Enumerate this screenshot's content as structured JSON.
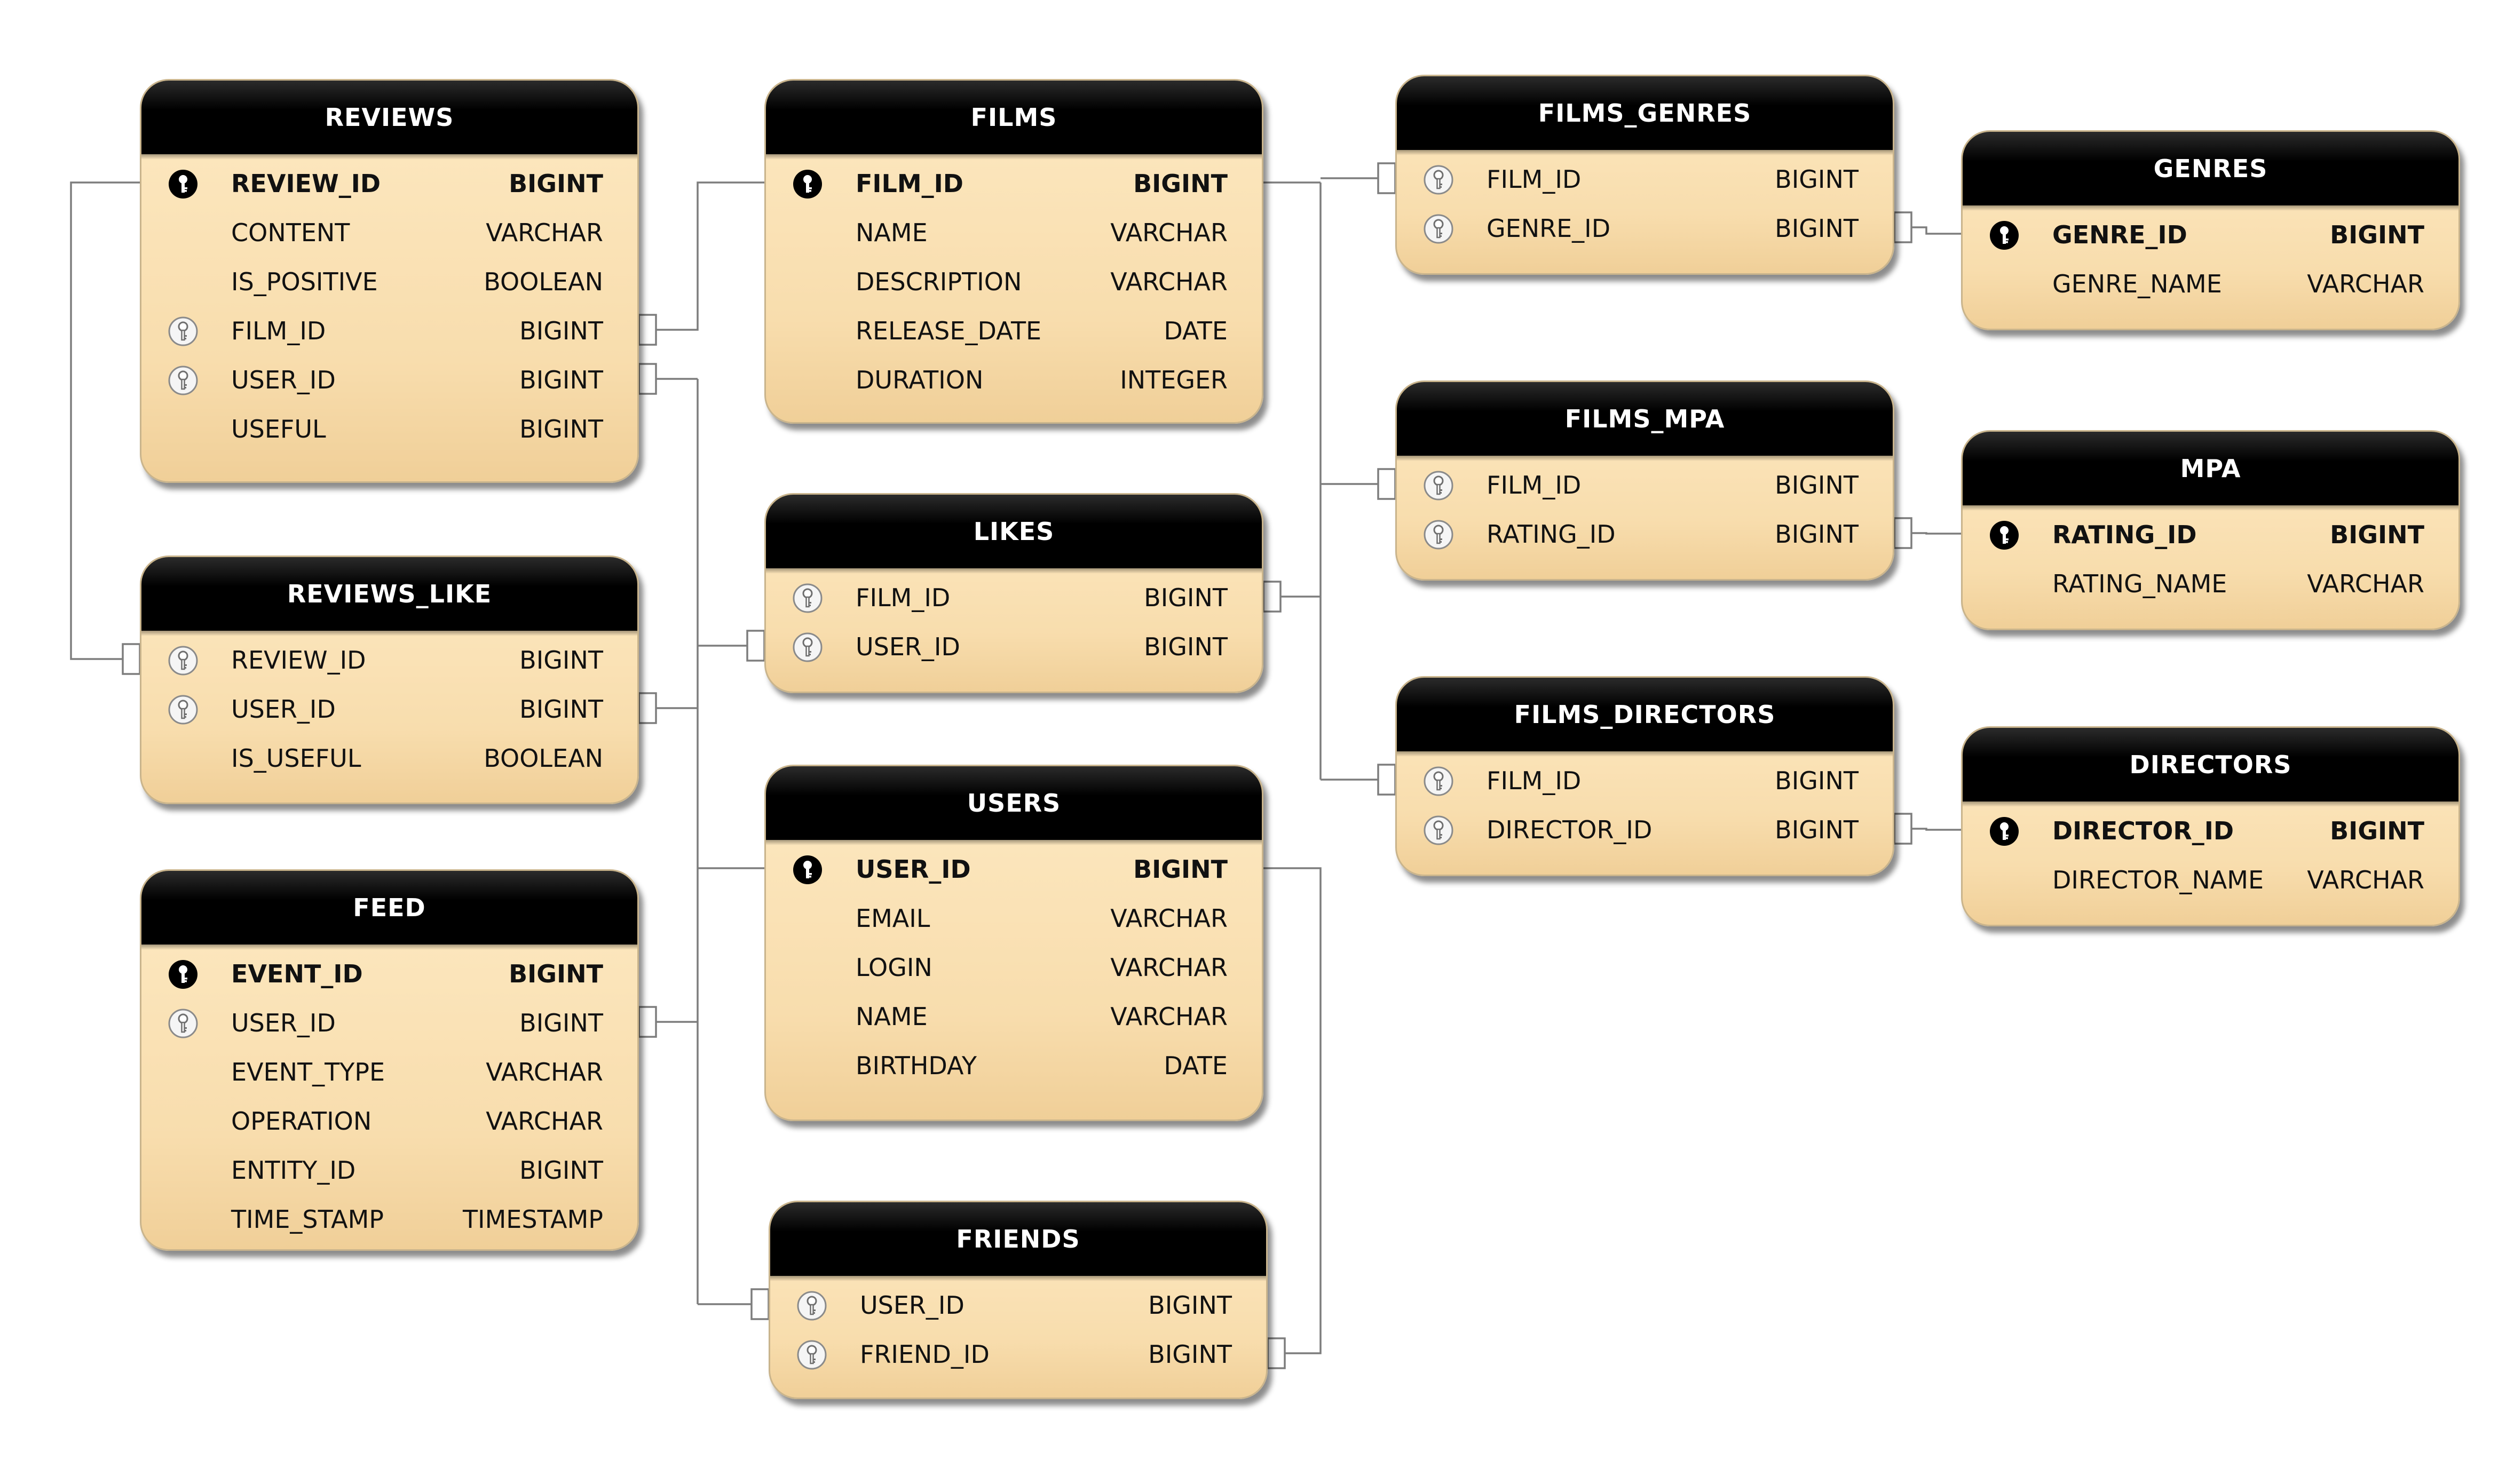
{
  "diagram": {
    "entities": [
      {
        "id": "reviews",
        "name": "REVIEWS",
        "columns": [
          {
            "name": "REVIEW_ID",
            "type": "BIGINT",
            "key": "pk"
          },
          {
            "name": "CONTENT",
            "type": "VARCHAR",
            "key": "none"
          },
          {
            "name": "IS_POSITIVE",
            "type": "BOOLEAN",
            "key": "none"
          },
          {
            "name": "FILM_ID",
            "type": "BIGINT",
            "key": "fk"
          },
          {
            "name": "USER_ID",
            "type": "BIGINT",
            "key": "fk"
          },
          {
            "name": "USEFUL",
            "type": "BIGINT",
            "key": "none"
          }
        ]
      },
      {
        "id": "films",
        "name": "FILMS",
        "columns": [
          {
            "name": "FILM_ID",
            "type": "BIGINT",
            "key": "pk"
          },
          {
            "name": "NAME",
            "type": "VARCHAR",
            "key": "none"
          },
          {
            "name": "DESCRIPTION",
            "type": "VARCHAR",
            "key": "none"
          },
          {
            "name": "RELEASE_DATE",
            "type": "DATE",
            "key": "none"
          },
          {
            "name": "DURATION",
            "type": "INTEGER",
            "key": "none"
          }
        ]
      },
      {
        "id": "films_genres",
        "name": "FILMS_GENRES",
        "columns": [
          {
            "name": "FILM_ID",
            "type": "BIGINT",
            "key": "fk"
          },
          {
            "name": "GENRE_ID",
            "type": "BIGINT",
            "key": "fk"
          }
        ]
      },
      {
        "id": "genres",
        "name": "GENRES",
        "columns": [
          {
            "name": "GENRE_ID",
            "type": "BIGINT",
            "key": "pk"
          },
          {
            "name": "GENRE_NAME",
            "type": "VARCHAR",
            "key": "none"
          }
        ]
      },
      {
        "id": "films_mpa",
        "name": "FILMS_MPA",
        "columns": [
          {
            "name": "FILM_ID",
            "type": "BIGINT",
            "key": "fk"
          },
          {
            "name": "RATING_ID",
            "type": "BIGINT",
            "key": "fk"
          }
        ]
      },
      {
        "id": "mpa",
        "name": "MPA",
        "columns": [
          {
            "name": "RATING_ID",
            "type": "BIGINT",
            "key": "pk"
          },
          {
            "name": "RATING_NAME",
            "type": "VARCHAR",
            "key": "none"
          }
        ]
      },
      {
        "id": "films_directors",
        "name": "FILMS_DIRECTORS",
        "columns": [
          {
            "name": "FILM_ID",
            "type": "BIGINT",
            "key": "fk"
          },
          {
            "name": "DIRECTOR_ID",
            "type": "BIGINT",
            "key": "fk"
          }
        ]
      },
      {
        "id": "directors",
        "name": "DIRECTORS",
        "columns": [
          {
            "name": "DIRECTOR_ID",
            "type": "BIGINT",
            "key": "pk"
          },
          {
            "name": "DIRECTOR_NAME",
            "type": "VARCHAR",
            "key": "none"
          }
        ]
      },
      {
        "id": "reviews_like",
        "name": "REVIEWS_LIKE",
        "columns": [
          {
            "name": "REVIEW_ID",
            "type": "BIGINT",
            "key": "fk"
          },
          {
            "name": "USER_ID",
            "type": "BIGINT",
            "key": "fk"
          },
          {
            "name": "IS_USEFUL",
            "type": "BOOLEAN",
            "key": "none"
          }
        ]
      },
      {
        "id": "likes",
        "name": "LIKES",
        "columns": [
          {
            "name": "FILM_ID",
            "type": "BIGINT",
            "key": "fk"
          },
          {
            "name": "USER_ID",
            "type": "BIGINT",
            "key": "fk"
          }
        ]
      },
      {
        "id": "users",
        "name": "USERS",
        "columns": [
          {
            "name": "USER_ID",
            "type": "BIGINT",
            "key": "pk"
          },
          {
            "name": "EMAIL",
            "type": "VARCHAR",
            "key": "none"
          },
          {
            "name": "LOGIN",
            "type": "VARCHAR",
            "key": "none"
          },
          {
            "name": "NAME",
            "type": "VARCHAR",
            "key": "none"
          },
          {
            "name": "BIRTHDAY",
            "type": "DATE",
            "key": "none"
          }
        ]
      },
      {
        "id": "feed",
        "name": "FEED",
        "columns": [
          {
            "name": "EVENT_ID",
            "type": "BIGINT",
            "key": "pk"
          },
          {
            "name": "USER_ID",
            "type": "BIGINT",
            "key": "fk"
          },
          {
            "name": "EVENT_TYPE",
            "type": "VARCHAR",
            "key": "none"
          },
          {
            "name": "OPERATION",
            "type": "VARCHAR",
            "key": "none"
          },
          {
            "name": "ENTITY_ID",
            "type": "BIGINT",
            "key": "none"
          },
          {
            "name": "TIME_STAMP",
            "type": "TIMESTAMP",
            "key": "none"
          }
        ]
      },
      {
        "id": "friends",
        "name": "FRIENDS",
        "columns": [
          {
            "name": "USER_ID",
            "type": "BIGINT",
            "key": "fk"
          },
          {
            "name": "FRIEND_ID",
            "type": "BIGINT",
            "key": "fk"
          }
        ]
      }
    ],
    "relationships": [
      {
        "from": "reviews.FILM_ID",
        "to": "films.FILM_ID"
      },
      {
        "from": "reviews.USER_ID",
        "to": "users.USER_ID"
      },
      {
        "from": "reviews_like.REVIEW_ID",
        "to": "reviews.REVIEW_ID"
      },
      {
        "from": "reviews_like.USER_ID",
        "to": "users.USER_ID"
      },
      {
        "from": "likes.FILM_ID",
        "to": "films.FILM_ID"
      },
      {
        "from": "likes.USER_ID",
        "to": "users.USER_ID"
      },
      {
        "from": "feed.USER_ID",
        "to": "users.USER_ID"
      },
      {
        "from": "friends.USER_ID",
        "to": "users.USER_ID"
      },
      {
        "from": "friends.FRIEND_ID",
        "to": "users.USER_ID"
      },
      {
        "from": "films_genres.FILM_ID",
        "to": "films.FILM_ID"
      },
      {
        "from": "films_genres.GENRE_ID",
        "to": "genres.GENRE_ID"
      },
      {
        "from": "films_mpa.FILM_ID",
        "to": "films.FILM_ID"
      },
      {
        "from": "films_mpa.RATING_ID",
        "to": "mpa.RATING_ID"
      },
      {
        "from": "films_directors.FILM_ID",
        "to": "films.FILM_ID"
      },
      {
        "from": "films_directors.DIRECTOR_ID",
        "to": "directors.DIRECTOR_ID"
      }
    ],
    "key_icons": {
      "pk": "primary-key-icon",
      "fk": "foreign-key-icon"
    },
    "colors": {
      "header_bg": "#000000",
      "header_text": "#ffffff",
      "body_bg": "#fbe3b6",
      "connector": "#7d7d7d",
      "text": "#111111"
    }
  }
}
